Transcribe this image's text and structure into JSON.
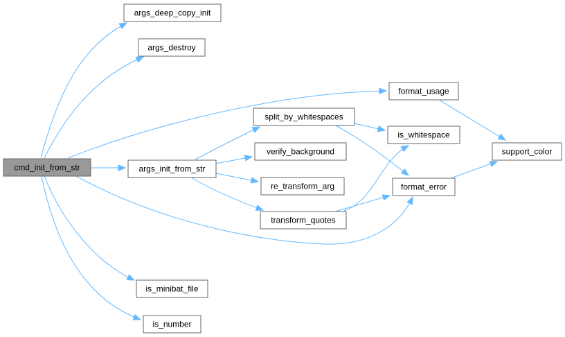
{
  "colors": {
    "edge": "#63b8ff",
    "node_border": "#666666",
    "node_fill": "#ffffff",
    "root_fill": "#999999"
  },
  "nodes": {
    "cmd_init_from_str": "cmd_init_from_str",
    "args_deep_copy_init": "args_deep_copy_init",
    "args_destroy": "args_destroy",
    "format_usage": "format_usage",
    "split_by_whitespaces": "split_by_whitespaces",
    "is_whitespace": "is_whitespace",
    "support_color": "support_color",
    "verify_background": "verify_background",
    "args_init_from_str": "args_init_from_str",
    "re_transform_arg": "re_transform_arg",
    "format_error": "format_error",
    "transform_quotes": "transform_quotes",
    "is_minibat_file": "is_minibat_file",
    "is_number": "is_number"
  },
  "edges": [
    {
      "from": "cmd_init_from_str",
      "to": "args_deep_copy_init"
    },
    {
      "from": "cmd_init_from_str",
      "to": "args_destroy"
    },
    {
      "from": "cmd_init_from_str",
      "to": "format_usage"
    },
    {
      "from": "cmd_init_from_str",
      "to": "args_init_from_str"
    },
    {
      "from": "cmd_init_from_str",
      "to": "format_error"
    },
    {
      "from": "cmd_init_from_str",
      "to": "is_minibat_file"
    },
    {
      "from": "cmd_init_from_str",
      "to": "is_number"
    },
    {
      "from": "args_init_from_str",
      "to": "split_by_whitespaces"
    },
    {
      "from": "args_init_from_str",
      "to": "verify_background"
    },
    {
      "from": "args_init_from_str",
      "to": "re_transform_arg"
    },
    {
      "from": "args_init_from_str",
      "to": "transform_quotes"
    },
    {
      "from": "split_by_whitespaces",
      "to": "is_whitespace"
    },
    {
      "from": "split_by_whitespaces",
      "to": "format_error"
    },
    {
      "from": "transform_quotes",
      "to": "is_whitespace"
    },
    {
      "from": "transform_quotes",
      "to": "format_error"
    },
    {
      "from": "format_usage",
      "to": "support_color"
    },
    {
      "from": "format_error",
      "to": "support_color"
    }
  ]
}
